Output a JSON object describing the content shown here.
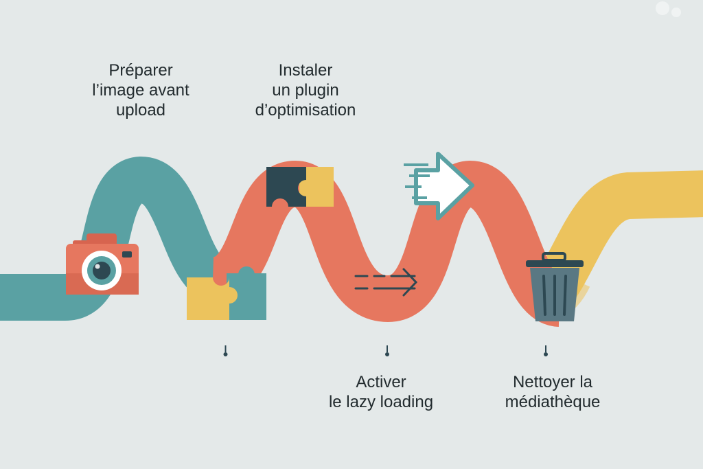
{
  "steps": [
    {
      "label": "Préparer\nl’image avant\nupload",
      "icon": "camera-icon"
    },
    {
      "label": "Instaler\nun plugin\nd’optimisation",
      "icon": "puzzle-icon"
    },
    {
      "label": "Activer\nle lazy loading",
      "icon": "fast-arrow-icon"
    },
    {
      "label": "Nettoyer la\nmédiathèque",
      "icon": "trash-icon"
    }
  ],
  "colors": {
    "background": "#e4e9e9",
    "teal": "#5aa1a3",
    "coral": "#e6775f",
    "yellow": "#ecc35d",
    "dark": "#2d4852",
    "text": "#222b2e"
  }
}
